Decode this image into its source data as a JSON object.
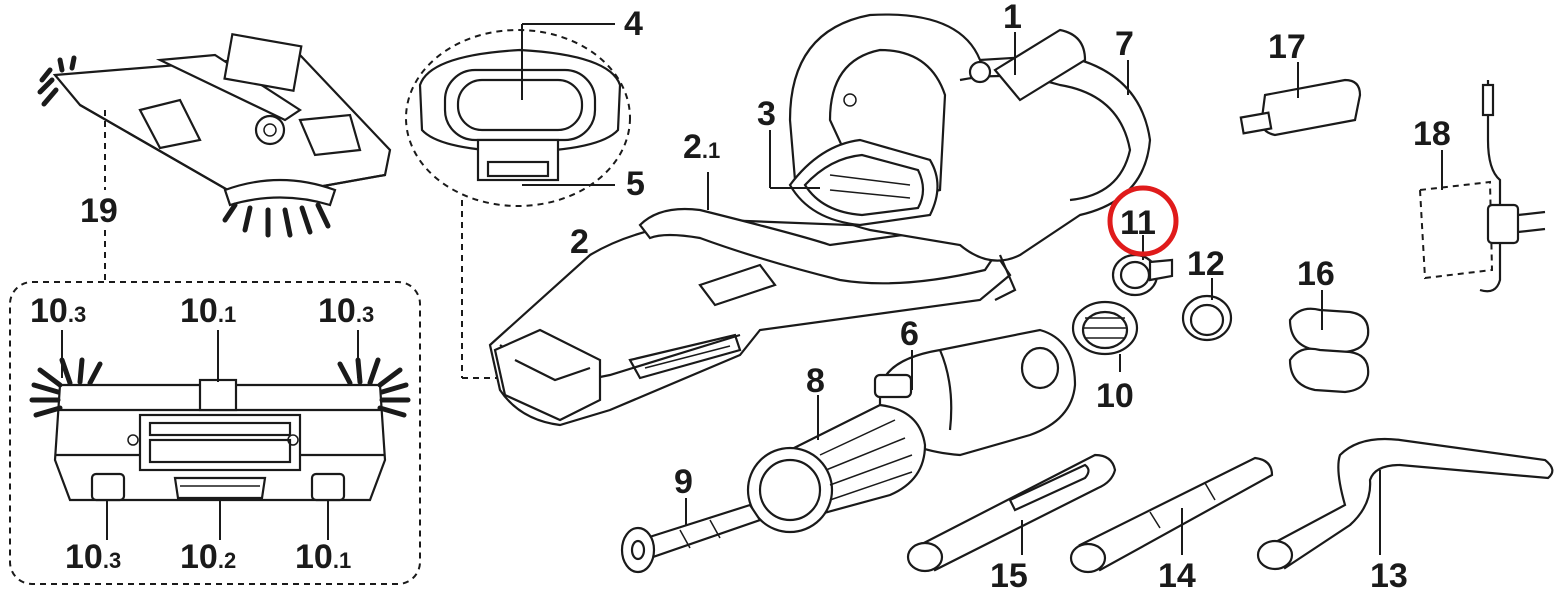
{
  "labels": [
    {
      "id": "1",
      "main": "1",
      "sub": ""
    },
    {
      "id": "2",
      "main": "2",
      "sub": ""
    },
    {
      "id": "2.1",
      "main": "2",
      "sub": ".1"
    },
    {
      "id": "3",
      "main": "3",
      "sub": ""
    },
    {
      "id": "4",
      "main": "4",
      "sub": ""
    },
    {
      "id": "5",
      "main": "5",
      "sub": ""
    },
    {
      "id": "6",
      "main": "6",
      "sub": ""
    },
    {
      "id": "7",
      "main": "7",
      "sub": ""
    },
    {
      "id": "8",
      "main": "8",
      "sub": ""
    },
    {
      "id": "9",
      "main": "9",
      "sub": ""
    },
    {
      "id": "10",
      "main": "10",
      "sub": ""
    },
    {
      "id": "11",
      "main": "11",
      "sub": ""
    },
    {
      "id": "12",
      "main": "12",
      "sub": ""
    },
    {
      "id": "13",
      "main": "13",
      "sub": ""
    },
    {
      "id": "14",
      "main": "14",
      "sub": ""
    },
    {
      "id": "15",
      "main": "15",
      "sub": ""
    },
    {
      "id": "16",
      "main": "16",
      "sub": ""
    },
    {
      "id": "17",
      "main": "17",
      "sub": ""
    },
    {
      "id": "18",
      "main": "18",
      "sub": ""
    },
    {
      "id": "19",
      "main": "19",
      "sub": ""
    },
    {
      "id": "10.3-top-left",
      "main": "10",
      "sub": ".3"
    },
    {
      "id": "10.1-top",
      "main": "10",
      "sub": ".1"
    },
    {
      "id": "10.3-top-right",
      "main": "10",
      "sub": ".3"
    },
    {
      "id": "10.3-bottom-left",
      "main": "10",
      "sub": ".3"
    },
    {
      "id": "10.2-bottom",
      "main": "10",
      "sub": ".2"
    },
    {
      "id": "10.1-bottom-right",
      "main": "10",
      "sub": ".1"
    }
  ],
  "highlight": {
    "target": "11",
    "color": "#e01b1b"
  },
  "colors": {
    "ink": "#1a1a1a",
    "background": "#ffffff"
  }
}
